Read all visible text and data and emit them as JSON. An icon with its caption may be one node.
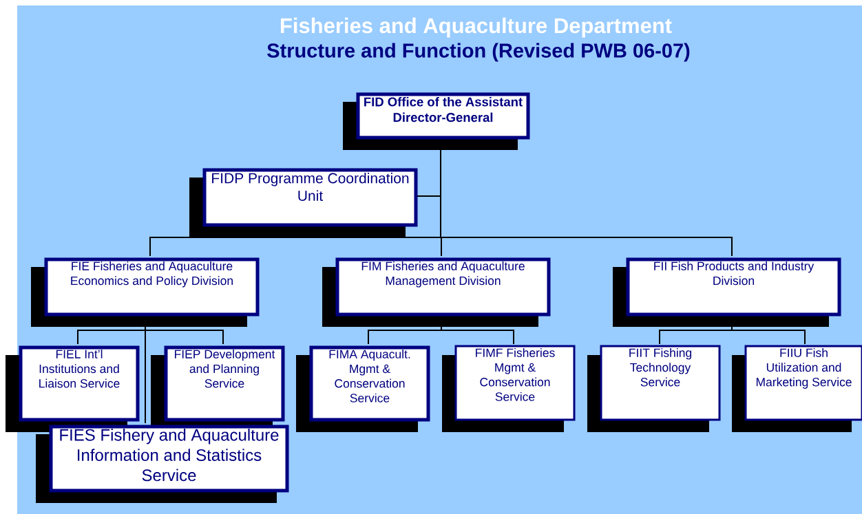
{
  "diagram": {
    "title": "Fisheries and Aquaculture Department",
    "nodes": [
      {
        "text": [
          "FID Office of the Assistant Director-General"
        ]
      },
      {
        "text": [
          "FIDP Programme Coordination Unit"
        ]
      },
      {
        "text": [
          "FIE Fisheries and Aquaculture Economics and Policy Division"
        ]
      },
      {
        "text": [
          "FIM Fisheries and Aquaculture Management Division"
        ]
      },
      {
        "text": [
          "FII Fish Products and Industry Division"
        ]
      },
      {
        "text": [
          "FIEL Int’l Institutions and Liaison Service"
        ]
      },
      {
        "text": [
          "FIEP Development and Planning Service"
        ]
      },
      {
        "text": [
          "FIES Fishery and Aquaculture Information and Statistics Service"
        ]
      },
      {
        "text": [
          "FIMA Aquacult. Mgmt & Conservation Service"
        ]
      },
      {
        "text": [
          "FIMF Fisheries Mgmt & Conservation Service"
        ]
      },
      {
        "text": [
          "FIIT Fishing Technology Service"
        ]
      },
      {
        "text": [
          "FIIU Fish Utilization and Marketing Service"
        ]
      }
    ],
    "edges": [
      {
        "from": 0,
        "to": 1,
        "arrow": "none"
      },
      {
        "from": 0,
        "to": 2,
        "arrow": "none"
      },
      {
        "from": 0,
        "to": 3,
        "arrow": "none"
      },
      {
        "from": 0,
        "to": 4,
        "arrow": "none"
      },
      {
        "from": 2,
        "to": 5,
        "arrow": "none"
      },
      {
        "from": 2,
        "to": 6,
        "arrow": "none"
      },
      {
        "from": 2,
        "to": 7,
        "arrow": "none"
      },
      {
        "from": 3,
        "to": 8,
        "arrow": "none"
      },
      {
        "from": 3,
        "to": 9,
        "arrow": "none"
      },
      {
        "from": 4,
        "to": 10,
        "arrow": "none"
      },
      {
        "from": 4,
        "to": 11,
        "arrow": "none"
      }
    ],
    "labels": [
      "Structure and Function (Revised PWB 06-07)"
    ]
  }
}
